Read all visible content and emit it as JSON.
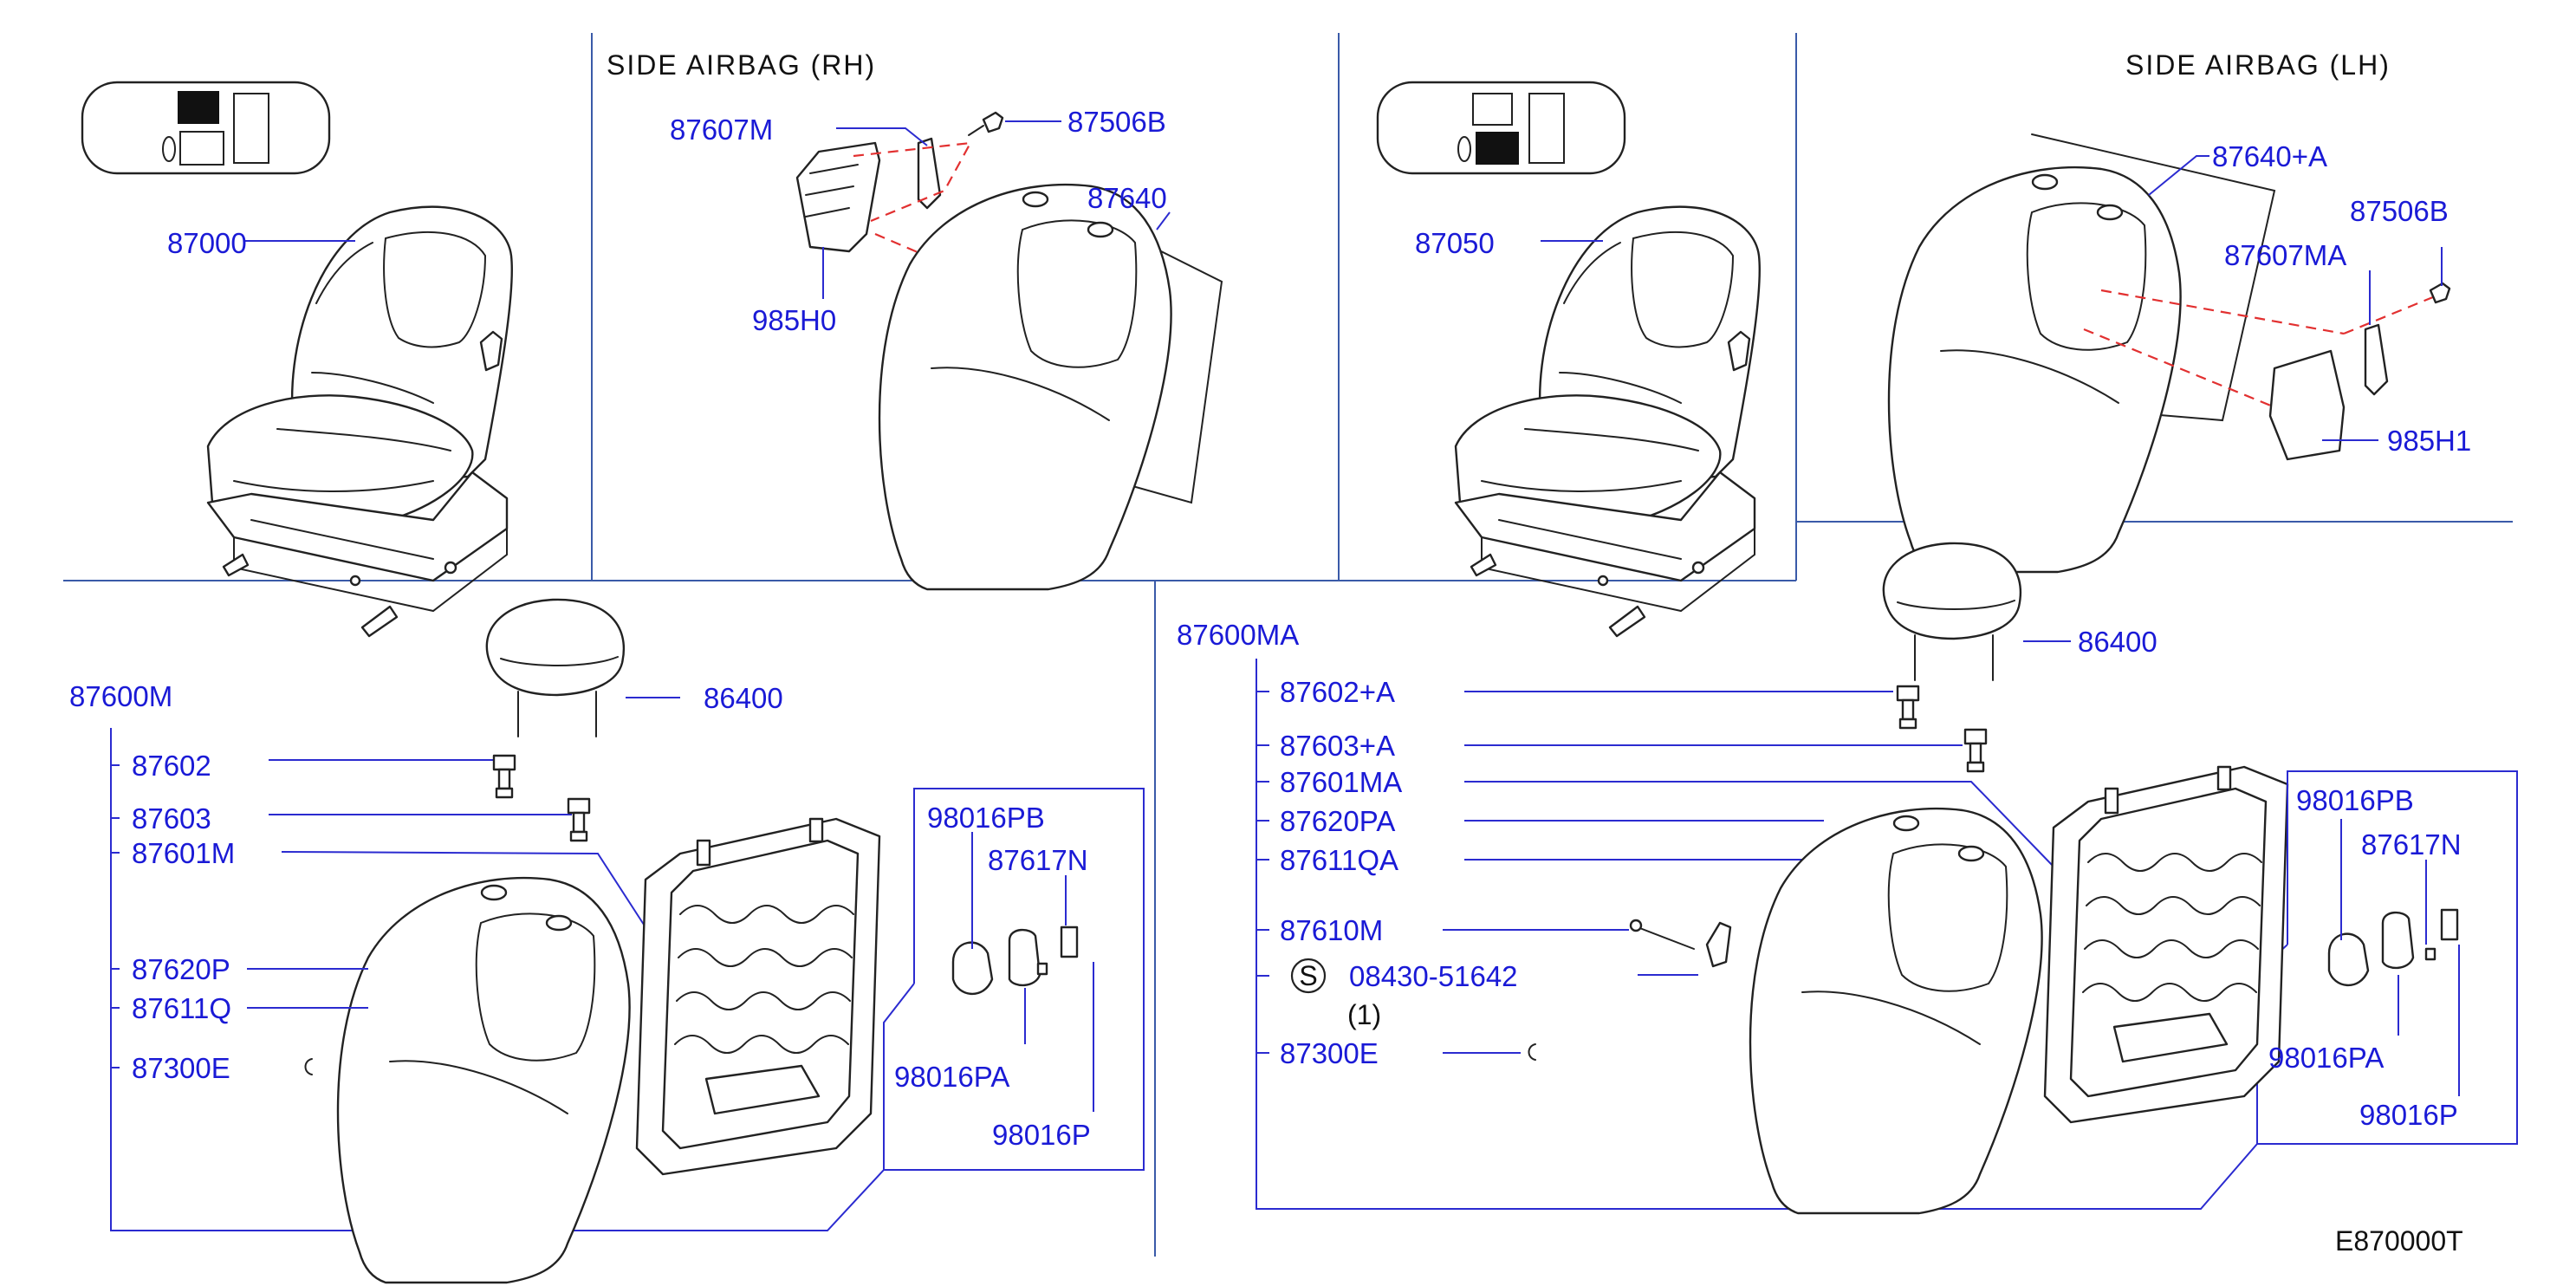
{
  "headings": {
    "rh": "SIDE AIRBAG (RH)",
    "lh": "SIDE AIRBAG (LH)"
  },
  "parts": {
    "p87000": "87000",
    "p87607M": "87607M",
    "p87506B_rh": "87506B",
    "p87640": "87640",
    "p985H0": "985H0",
    "p87050": "87050",
    "p87640A": "87640+A",
    "p87506B_lh": "87506B",
    "p87607MA": "87607MA",
    "p985H1": "985H1",
    "p87600M": "87600M",
    "p86400_l": "86400",
    "p87602": "87602",
    "p87603": "87603",
    "p87601M": "87601M",
    "p87620P": "87620P",
    "p87611Q": "87611Q",
    "p87300E_l": "87300E",
    "p98016PB_l": "98016PB",
    "p87617N_l": "87617N",
    "p98016PA_l": "98016PA",
    "p98016P_l": "98016P",
    "p87600MA": "87600MA",
    "p86400_r": "86400",
    "p87602A": "87602+A",
    "p87603A": "87603+A",
    "p87601MA": "87601MA",
    "p87620PA": "87620PA",
    "p87611QA": "87611QA",
    "p87610M": "87610M",
    "s_symbol": "S",
    "p08430": "08430-51642",
    "qty": "(1)",
    "p87300E_r": "87300E",
    "p98016PB_r": "98016PB",
    "p87617N_r": "87617N",
    "p98016PA_r": "98016PA",
    "p98016P_r": "98016P"
  },
  "figure_code": "E870000T",
  "colors": {
    "part_number": "#1a1ad6",
    "leader": "#2b2bd0",
    "frame": "#3a5aa8",
    "airbag_dash": "#e23030"
  }
}
